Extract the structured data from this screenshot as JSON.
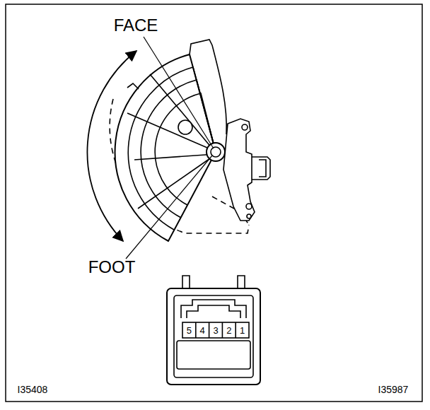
{
  "diagram": {
    "labels": [
      "FACE",
      "FOOT",
      "5",
      "4",
      "3",
      "2",
      "1",
      "I35408",
      "I35987"
    ]
  }
}
